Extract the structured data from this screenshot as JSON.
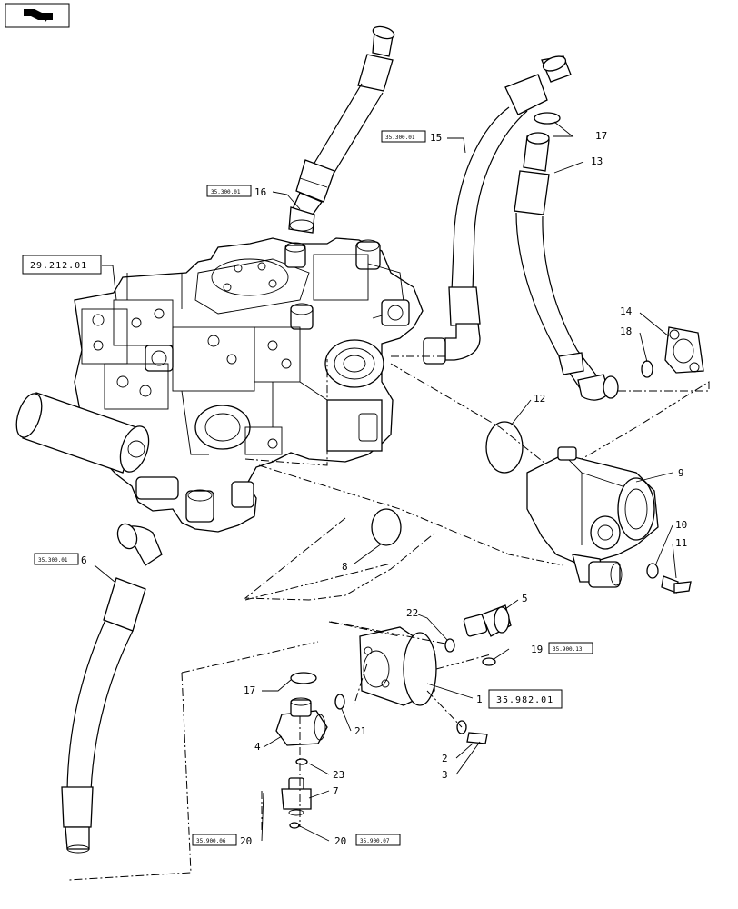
{
  "nav_icon": "next-page-arrow-icon",
  "references": {
    "r1": "29.212.01",
    "r2": "35.300.01",
    "r3": "35.300.01",
    "r4": "35.300.01",
    "r5": "35.900.13",
    "r6": "35.982.01",
    "r7": "35.900.06",
    "r8": "35.900.07"
  },
  "callouts": {
    "c1": "1",
    "c2": "2",
    "c3": "3",
    "c4": "4",
    "c5": "5",
    "c6": "6",
    "c7": "7",
    "c8": "8",
    "c9": "9",
    "c10": "10",
    "c11": "11",
    "c12": "12",
    "c13": "13",
    "c14": "14",
    "c15": "15",
    "c16": "16",
    "c17a": "17",
    "c17b": "17",
    "c18": "18",
    "c19": "19",
    "c20a": "20",
    "c20b": "20",
    "c21": "21",
    "c22": "22",
    "c23": "23"
  }
}
